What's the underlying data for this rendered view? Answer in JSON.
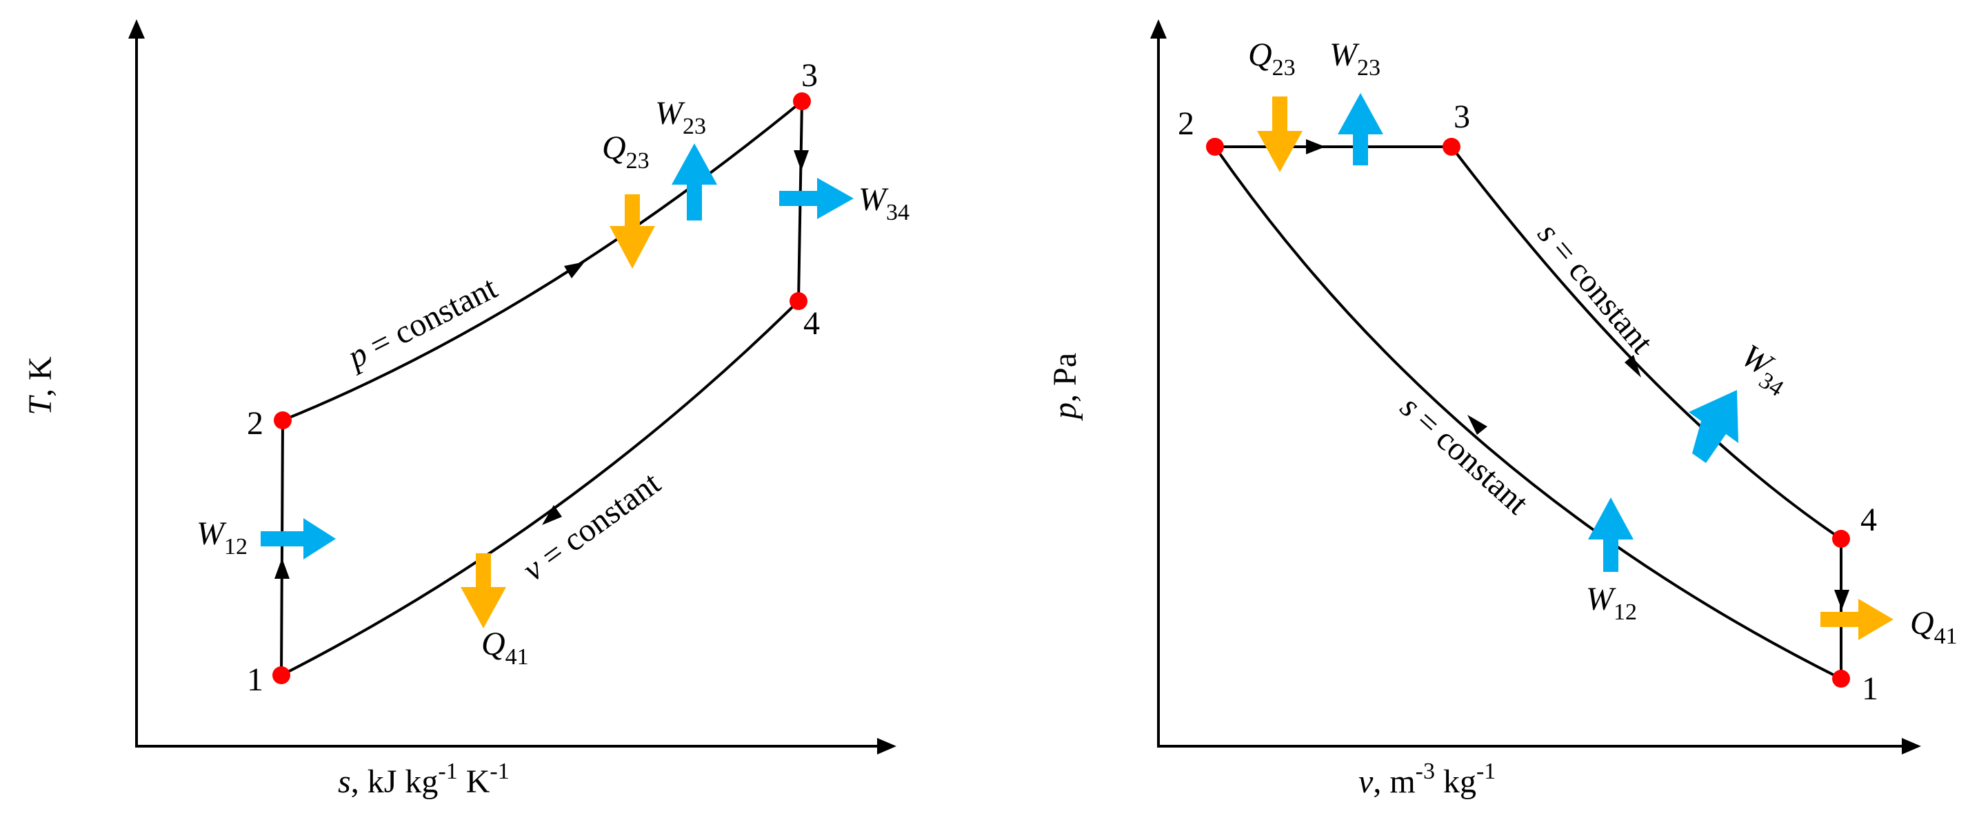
{
  "colors": {
    "line": "#000000",
    "state_point": "#ff0000",
    "heat_arrow": "#ffb300",
    "work_arrow": "#00aeef"
  },
  "ts_diagram": {
    "y_axis": {
      "symbol": "T",
      "unit": ", K"
    },
    "x_axis": {
      "symbol": "s",
      "unit_prefix": ", kJ kg",
      "exp1": "-1",
      "mid": " K",
      "exp2": "-1"
    },
    "state_labels": [
      "1",
      "2",
      "3",
      "4"
    ],
    "process_labels": {
      "constant_pressure": {
        "symbol": "p",
        "text": " = constant"
      },
      "constant_volume": {
        "symbol": "v",
        "text": " = constant"
      }
    },
    "energy_labels": {
      "W12": {
        "symbol": "W",
        "sub": "12"
      },
      "Q23": {
        "symbol": "Q",
        "sub": "23"
      },
      "W23": {
        "symbol": "W",
        "sub": "23"
      },
      "W34": {
        "symbol": "W",
        "sub": "34"
      },
      "Q41": {
        "symbol": "Q",
        "sub": "41"
      }
    }
  },
  "pv_diagram": {
    "y_axis": {
      "symbol": "p",
      "unit": ", Pa"
    },
    "x_axis": {
      "symbol": "v",
      "unit_prefix": ", m",
      "exp1": "-3",
      "mid": " kg",
      "exp2": "-1"
    },
    "state_labels": [
      "1",
      "2",
      "3",
      "4"
    ],
    "process_labels": {
      "isentropic_expansion": {
        "symbol": "s",
        "text": " = constant"
      },
      "isentropic_compression": {
        "symbol": "s",
        "text": " = constant"
      }
    },
    "energy_labels": {
      "Q23": {
        "symbol": "Q",
        "sub": "23"
      },
      "W23": {
        "symbol": "W",
        "sub": "23"
      },
      "W34": {
        "symbol": "W",
        "sub": "34"
      },
      "W12": {
        "symbol": "W",
        "sub": "12"
      },
      "Q41": {
        "symbol": "Q",
        "sub": "41"
      }
    }
  }
}
